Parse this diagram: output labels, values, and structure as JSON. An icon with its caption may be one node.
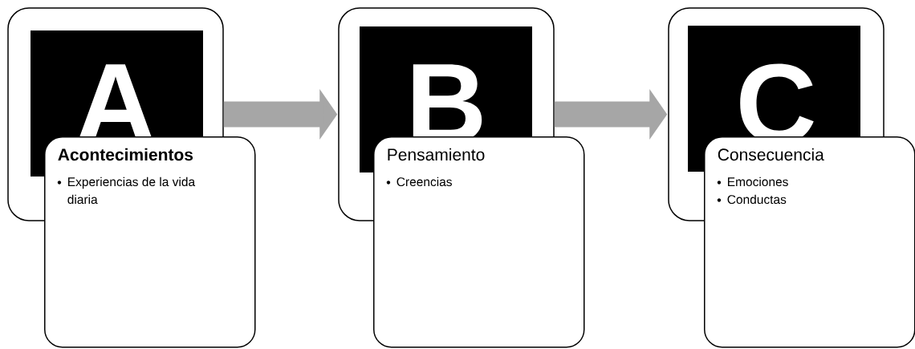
{
  "diagram": {
    "nodes": [
      {
        "text": [
          "A"
        ]
      },
      {
        "text": [
          "Acontecimientos",
          "Experiencias de la vida diaria"
        ]
      },
      {
        "text": [
          "B"
        ]
      },
      {
        "text": [
          "Pensamiento",
          "Creencias"
        ]
      },
      {
        "text": [
          "C"
        ]
      },
      {
        "text": [
          "Consecuencia",
          "Emociones",
          "Conductas"
        ]
      }
    ],
    "edges": [
      {
        "from": 0,
        "to": 2,
        "arrow": "to"
      },
      {
        "from": 2,
        "to": 4,
        "arrow": "to"
      }
    ]
  }
}
